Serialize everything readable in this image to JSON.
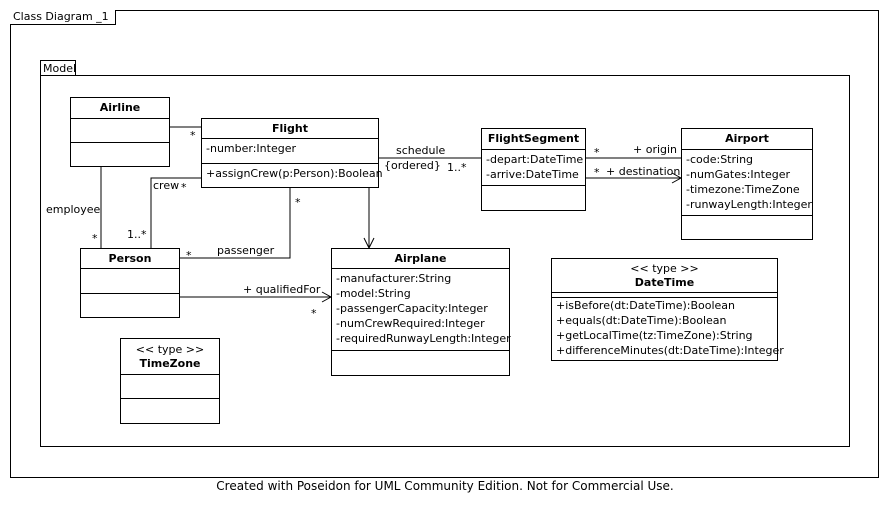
{
  "diagram": {
    "frame_title": "Class Diagram _1",
    "package_name": "Model",
    "footer": "Created with Poseidon for UML Community Edition. Not for Commercial Use."
  },
  "classes": {
    "airline": {
      "name": "Airline"
    },
    "flight": {
      "name": "Flight",
      "attributes": [
        "-number:Integer"
      ],
      "operations": [
        "+assignCrew(p:Person):Boolean"
      ]
    },
    "flightsegment": {
      "name": "FlightSegment",
      "attributes": [
        "-depart:DateTime",
        "-arrive:DateTime"
      ]
    },
    "airport": {
      "name": "Airport",
      "attributes": [
        "-code:String",
        "-numGates:Integer",
        "-timezone:TimeZone",
        "-runwayLength:Integer"
      ]
    },
    "person": {
      "name": "Person"
    },
    "airplane": {
      "name": "Airplane",
      "attributes": [
        "-manufacturer:String",
        "-model:String",
        "-passengerCapacity:Integer",
        "-numCrewRequired:Integer",
        "-requiredRunwayLength:Integer"
      ]
    },
    "datetime": {
      "stereotype": "<< type >>",
      "name": "DateTime",
      "operations": [
        "+isBefore(dt:DateTime):Boolean",
        "+equals(dt:DateTime):Boolean",
        "+getLocalTime(tz:TimeZone):String",
        "+differenceMinutes(dt:DateTime):Integer"
      ]
    },
    "timezone": {
      "stereotype": "<< type >>",
      "name": "TimeZone"
    }
  },
  "associations": {
    "airline_flight_mult": "*",
    "schedule": "schedule",
    "ordered": "{ordered}",
    "schedule_mult": "1..*",
    "origin_mult": "*",
    "origin": "+ origin",
    "destination_mult": "*",
    "destination": "+ destination",
    "crew": "crew",
    "crew_mult_flight": "*",
    "crew_mult_person": "1..*",
    "employee": "employee",
    "employee_mult": "*",
    "passenger": "passenger",
    "passenger_mult_person": "*",
    "passenger_mult_flight": "*",
    "qualified_for": "+ qualifiedFor",
    "qualified_mult": "*"
  }
}
